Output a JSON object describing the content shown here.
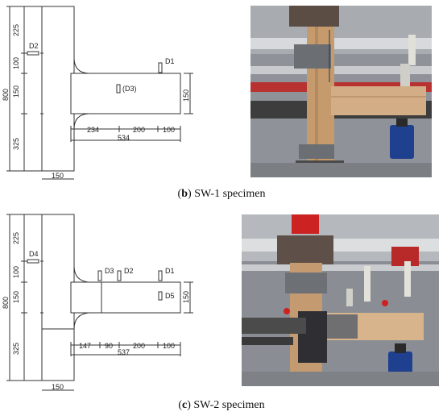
{
  "sw1": {
    "dims": {
      "h225": "225",
      "h100": "100",
      "h150": "150",
      "h325": "325",
      "total": "800",
      "beam_depth": "150",
      "col_width": "150",
      "s234": "234",
      "s200": "200",
      "s100": "100",
      "beam_len": "534"
    },
    "sensors": {
      "d1": "D1",
      "d2": "D2",
      "d3": "(D3)"
    },
    "caption": {
      "letter": "b",
      "text": "SW-1 specimen"
    }
  },
  "sw2": {
    "dims": {
      "h225": "225",
      "h100": "100",
      "h150": "150",
      "h325": "325",
      "total": "800",
      "beam_depth": "150",
      "col_width": "150",
      "s147": "147",
      "s90": "90",
      "s200": "200",
      "s100": "100",
      "beam_len": "537"
    },
    "sensors": {
      "d1": "D1",
      "d2": "D2",
      "d3": "D3",
      "d4": "D4",
      "d5": "D5"
    },
    "caption": {
      "letter": "c",
      "text": "SW-2 specimen"
    }
  },
  "colors": {
    "line": "#333333",
    "wood": "#c9a27a",
    "steel": "#4a4a4a",
    "jack": "#1f3f8f",
    "lab": "#8c8f94",
    "red": "#cc2222"
  }
}
